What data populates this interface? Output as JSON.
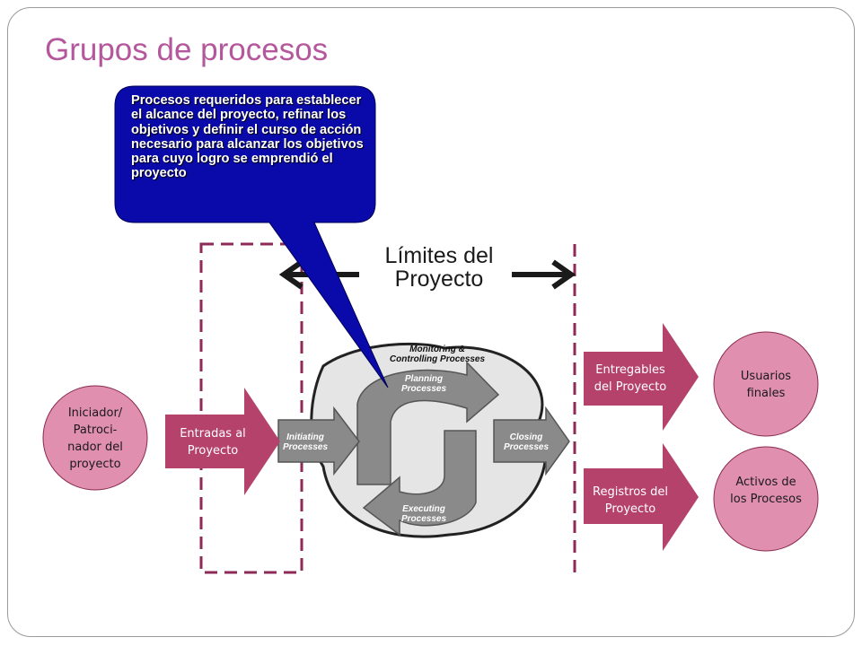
{
  "title": "Grupos de procesos",
  "callout_text": "Procesos requeridos para establecer el alcance del proyecto, refinar los objetivos y definir el curso de acción necesario para alcanzar los objetivos para cuyo logro se emprendió el proyecto",
  "boundary_label": "Límites del Proyecto",
  "nodes": {
    "initiator": "Iniciador/ Patroci- nador del proyecto",
    "inputs": "Entradas al Proyecto",
    "deliverables": "Entregables del Proyecto",
    "records": "Registros del Proyecto",
    "end_users": "Usuarios finales",
    "process_assets": "Activos de los Procesos"
  },
  "process_diagram": {
    "monitoring": "Monitoring & Controlling Processes",
    "planning": "Planning Processes",
    "initiating": "Initiating Processes",
    "closing": "Closing Processes",
    "executing": "Executing Processes"
  },
  "colors": {
    "title": "#b4579c",
    "node_fill": "#b5426b",
    "circle_fill": "#e08fae",
    "callout_fill": "#0a0aaa",
    "dash": "#8c2b57"
  }
}
